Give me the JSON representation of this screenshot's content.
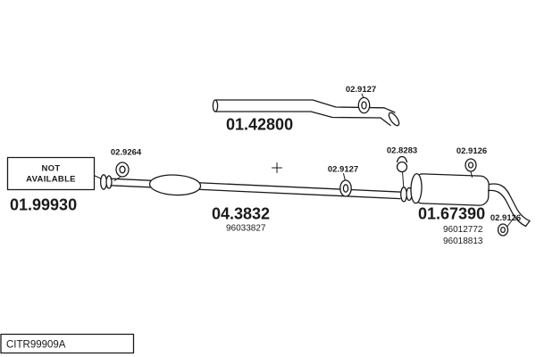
{
  "diagram": {
    "ref_code": "CITR99909A",
    "not_available": {
      "line1": "NOT",
      "line2": "AVAILABLE"
    },
    "labels": {
      "front_pipe": "01.42800",
      "front_clamp": "02.9127",
      "na_part": "01.99930",
      "front_gasket": "02.9264",
      "center_silencer": "04.3832",
      "center_silencer_oem": "96033827",
      "mid_clamp": "02.9127",
      "hanger": "02.8283",
      "rear_silencer": "01.67390",
      "rear_silencer_oem_1": "96012772",
      "rear_silencer_oem_2": "96018813",
      "rear_clamp_upper": "02.9126",
      "rear_clamp_lower": "02.9126"
    }
  }
}
